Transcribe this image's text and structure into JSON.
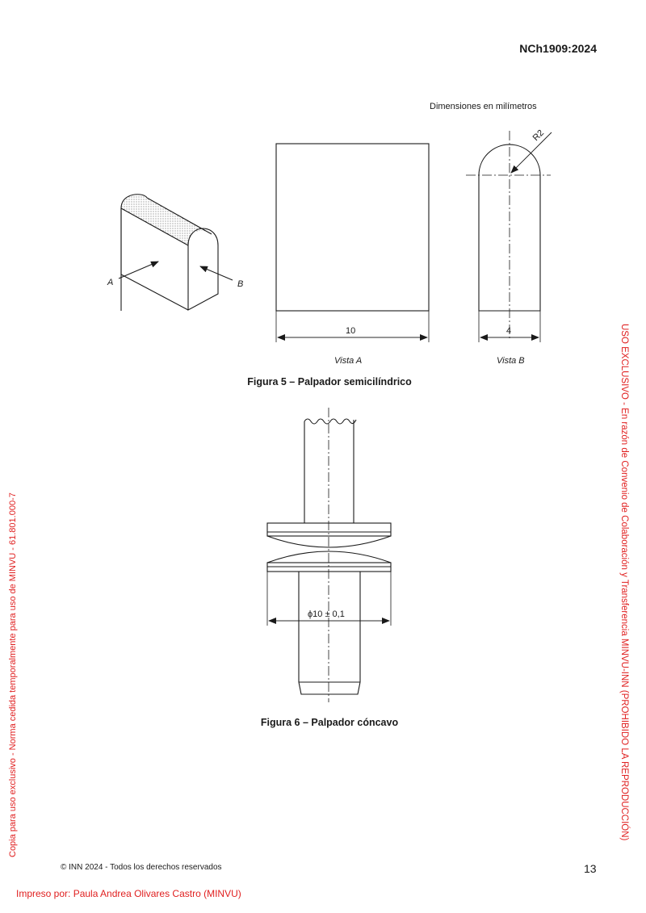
{
  "header": {
    "standard_code": "NCh1909:2024"
  },
  "figure5": {
    "units_note": "Dimensiones en milímetros",
    "caption": "Figura 5 – Palpador semicilíndrico",
    "label_a": "A",
    "label_b": "B",
    "view_a_label": "Vista A",
    "view_b_label": "Vista B",
    "dim_width": "10",
    "dim_thickness": "4",
    "dim_radius": "R2"
  },
  "figure6": {
    "caption": "Figura 6 – Palpador cóncavo",
    "dim_diameter": "ϕ10 ± 0,1"
  },
  "footer": {
    "copyright": "© INN 2024 - Todos los derechos reservados",
    "page_number": "13",
    "printed_by": "Impreso por: Paula Andrea Olivares Castro (MINVU)"
  },
  "watermarks": {
    "right_vertical": "USO EXCLUSIVO - En razón de Convenio de Colaboración y Transferencia MINVU-INN (PROHIBIDO LA REPRODUCCIÓN)",
    "left_vertical": "Copia para uso exclusivo - Norma cedida temporalmente para uso de MINVU - 61.801.000-7"
  },
  "colors": {
    "watermark": "#e02020",
    "ink": "#1a1a1a"
  }
}
